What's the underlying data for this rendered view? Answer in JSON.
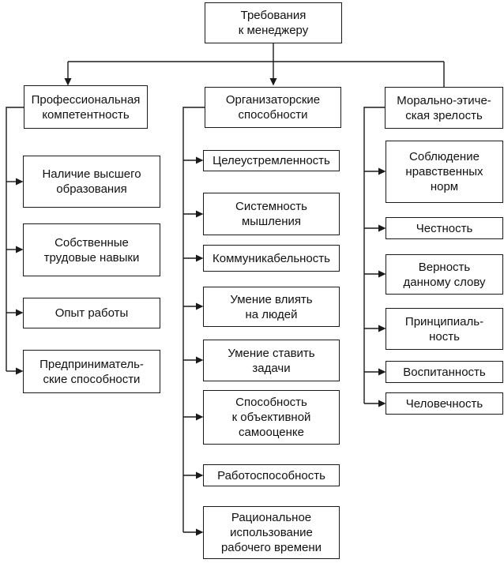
{
  "colors": {
    "background": "#ffffff",
    "box_fill": "#ffffff",
    "box_border": "#1a1a1a",
    "line": "#1a1a1a",
    "text": "#111111"
  },
  "root": {
    "label": "Требования\nк менеджеру"
  },
  "columns": [
    {
      "header": "Профессиональная\nкомпетентность",
      "items": [
        "Наличие высшего\nобразования",
        "Собственные\nтрудовые навыки",
        "Опыт работы",
        "Предприниматель-\nские способности"
      ]
    },
    {
      "header": "Организаторские\nспособности",
      "items": [
        "Целеустремленность",
        "Системность\nмышления",
        "Коммуникабельность",
        "Умение влиять\nна людей",
        "Умение ставить\nзадачи",
        "Способность\nк объективной\nсамооценке",
        "Работоспособность",
        "Рациональное\nиспользование\nрабочего времени"
      ]
    },
    {
      "header": "Морально-этиче-\nская зрелость",
      "items": [
        "Соблюдение\nнравственных\nнорм",
        "Честность",
        "Верность\nданному слову",
        "Принципиаль-\nность",
        "Воспитанность",
        "Человечность"
      ]
    }
  ]
}
